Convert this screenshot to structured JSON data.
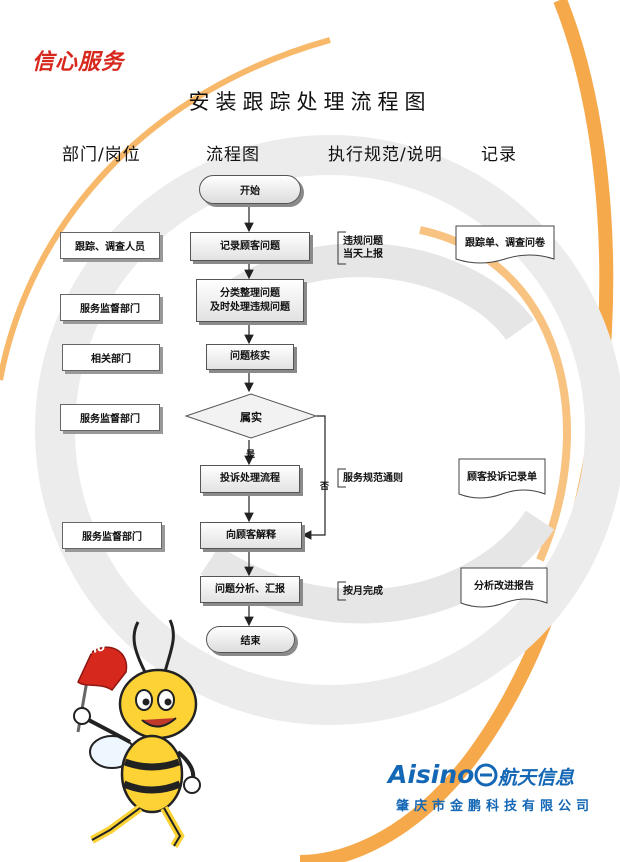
{
  "brand": "信心服务",
  "title": "安装跟踪处理流程图",
  "columns": [
    "部门/岗位",
    "流程图",
    "执行规范/说明",
    "记录"
  ],
  "departments": [
    "跟踪、调查人员",
    "服务监督部门",
    "相关部门",
    "服务监督部门",
    "服务监督部门"
  ],
  "flow": {
    "start": "开始",
    "step1": "记录顾客问题",
    "step2_line1": "分类整理问题",
    "step2_line2": "及时处理违规问题",
    "step3": "问题核实",
    "decision": "属实",
    "step4": "投诉处理流程",
    "step5": "向顾客解释",
    "step6": "问题分析、汇报",
    "end": "结束",
    "yes_label": "是",
    "no_label": "否"
  },
  "notes": {
    "n1_line1": "违规问题",
    "n1_line2": "当天上报",
    "n2": "服务规范通则",
    "n3": "按月完成"
  },
  "records": [
    "跟踪单、调查问卷",
    "顾客投诉记录单",
    "分析改进报告"
  ],
  "mascot_flag": "Aisino",
  "footer": {
    "logo": "Aisino",
    "logo_cn": "航天信息",
    "company": "肇庆市金鹏科技有限公司"
  },
  "colors": {
    "brand_red": "#d7281e",
    "logo_blue": "#1467b5",
    "swoosh_orange": "#f39a2b"
  }
}
